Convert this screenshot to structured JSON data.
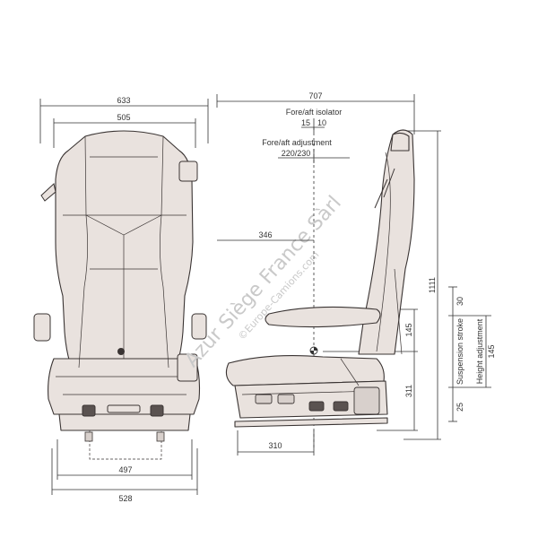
{
  "dimensions": {
    "front_top_outer": "633",
    "front_top_inner": "505",
    "front_bottom_inner": "497",
    "front_bottom_outer": "528",
    "side_top_width": "707",
    "fore_aft_isolator_label": "Fore/aft isolator",
    "fore_aft_isolator_left": "15",
    "fore_aft_isolator_right": "10",
    "fore_aft_adjustment_label": "Fore/aft adjustment",
    "fore_aft_adjustment_value": "220/230",
    "side_reach": "346",
    "side_bottom": "310",
    "total_height": "1111",
    "armrest_height": "145",
    "cushion_height": "311",
    "top_travel": "30",
    "bottom_travel": "25",
    "suspension_stroke_label": "Suspension stroke",
    "height_adjustment_label": "Height adjustment",
    "height_adjustment_value": "145"
  },
  "watermark": {
    "line1": "Azur Siège France Sàrl",
    "line2": "©Europe-Camions.com"
  },
  "colors": {
    "seat_fill": "#e9e2de",
    "seat_stroke": "#3a3433",
    "dim_line": "#333333"
  }
}
